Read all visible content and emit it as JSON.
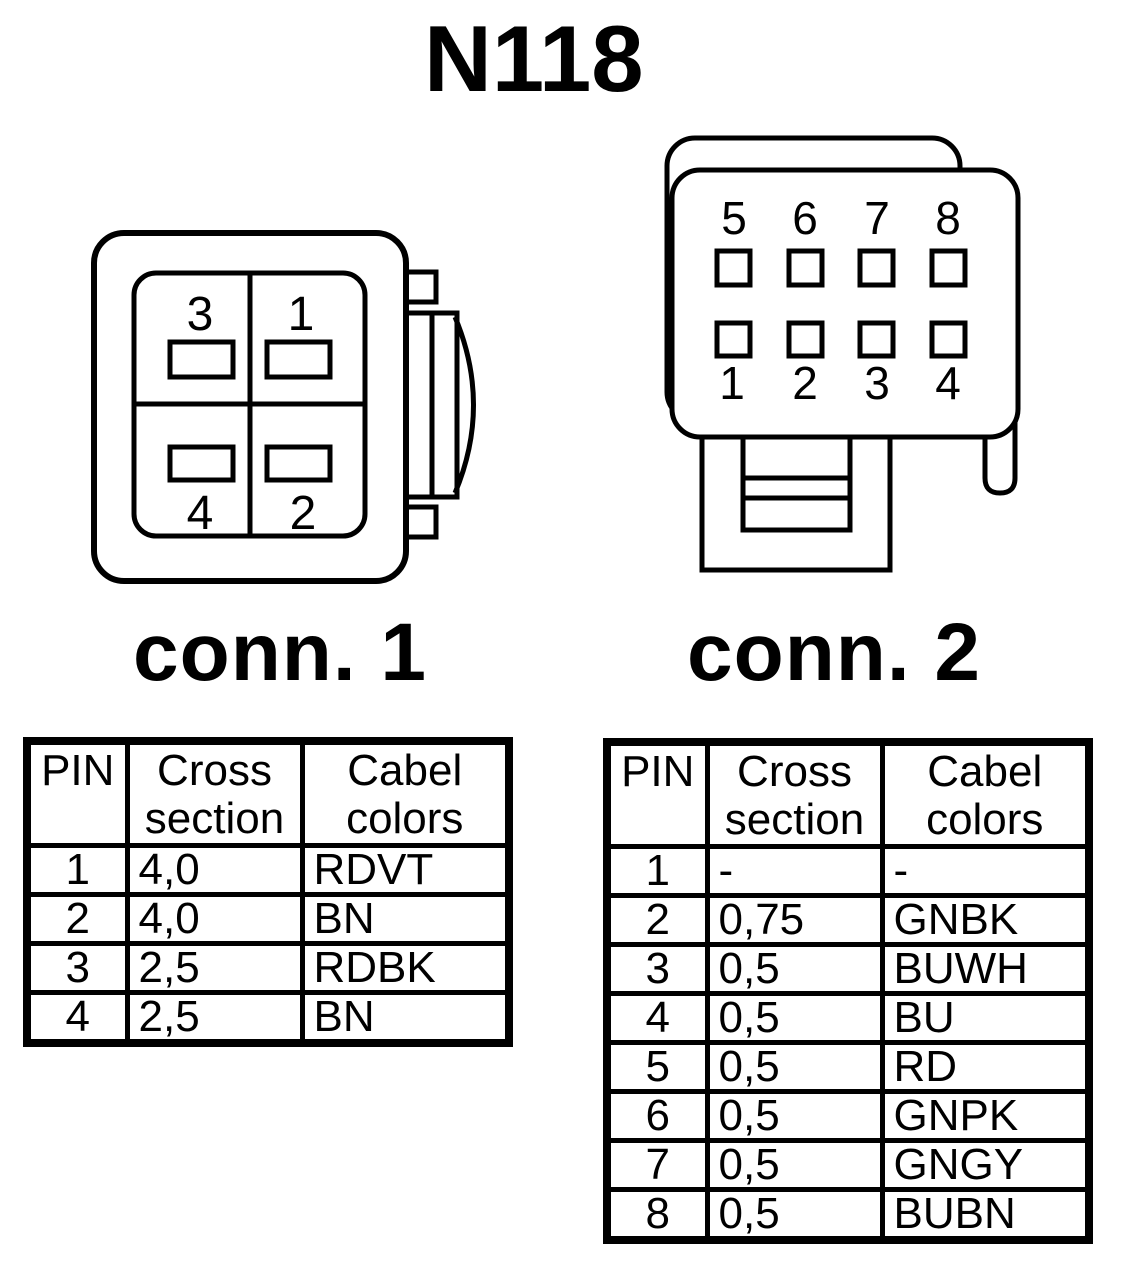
{
  "title": "N118",
  "colors": {
    "ink": "#000000",
    "paper": "#ffffff"
  },
  "connector1": {
    "label": "conn. 1",
    "cavity_labels": [
      "3",
      "1",
      "4",
      "2"
    ],
    "table": {
      "headers": [
        "PIN",
        "Cross section",
        "Cabel colors"
      ],
      "rows": [
        [
          "1",
          "4,0",
          "RDVT"
        ],
        [
          "2",
          "4,0",
          "BN"
        ],
        [
          "3",
          "2,5",
          "RDBK"
        ],
        [
          "4",
          "2,5",
          "BN"
        ]
      ]
    }
  },
  "connector2": {
    "label": "conn. 2",
    "pin_labels_top": [
      "5",
      "6",
      "7",
      "8"
    ],
    "pin_labels_bottom": [
      "1",
      "2",
      "3",
      "4"
    ],
    "table": {
      "headers": [
        "PIN",
        "Cross section",
        "Cabel colors"
      ],
      "rows": [
        [
          "1",
          "-",
          "-"
        ],
        [
          "2",
          "0,75",
          "GNBK"
        ],
        [
          "3",
          "0,5",
          "BUWH"
        ],
        [
          "4",
          "0,5",
          "BU"
        ],
        [
          "5",
          "0,5",
          "RD"
        ],
        [
          "6",
          "0,5",
          "GNPK"
        ],
        [
          "7",
          "0,5",
          "GNGY"
        ],
        [
          "8",
          "0,5",
          "BUBN"
        ]
      ]
    }
  }
}
